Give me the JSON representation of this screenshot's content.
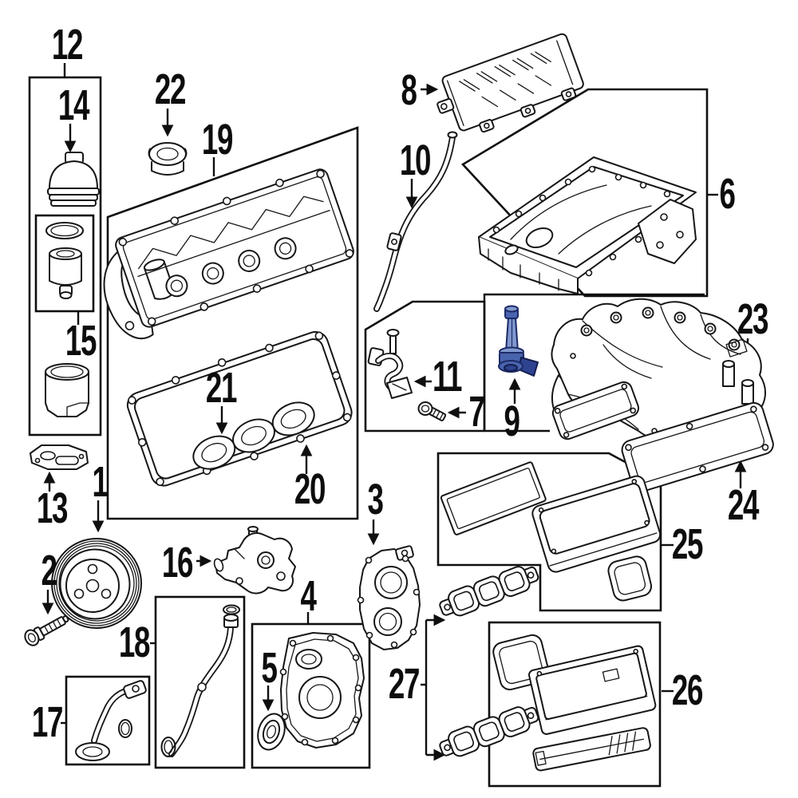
{
  "diagram": {
    "type": "exploded-parts-diagram",
    "background": "#ffffff",
    "line_color": "#161616",
    "highlight": {
      "callout": "9",
      "color": "#4a63ae"
    }
  },
  "callouts": [
    {
      "number": "1",
      "part": "crankshaft-pulley"
    },
    {
      "number": "2",
      "part": "pulley-bolt"
    },
    {
      "number": "3",
      "part": "front-cover-housing"
    },
    {
      "number": "4",
      "part": "timing-cover-plate"
    },
    {
      "number": "5",
      "part": "crankshaft-front-seal"
    },
    {
      "number": "6",
      "part": "oil-pan"
    },
    {
      "number": "7",
      "part": "bracket-bolt"
    },
    {
      "number": "8",
      "part": "baffle-plate"
    },
    {
      "number": "9",
      "part": "oil-level-sensor"
    },
    {
      "number": "10",
      "part": "oil-dipstick-tube"
    },
    {
      "number": "11",
      "part": "tube-bracket"
    },
    {
      "number": "12",
      "part": "oil-filter-assembly"
    },
    {
      "number": "13",
      "part": "adapter-gasket"
    },
    {
      "number": "14",
      "part": "oil-filter-cap"
    },
    {
      "number": "15",
      "part": "oil-filter-housing"
    },
    {
      "number": "16",
      "part": "oil-pump"
    },
    {
      "number": "17",
      "part": "oil-pickup-tube"
    },
    {
      "number": "18",
      "part": "oil-filler-tube"
    },
    {
      "number": "19",
      "part": "valve-cover"
    },
    {
      "number": "20",
      "part": "valve-cover-gasket"
    },
    {
      "number": "21",
      "part": "port-gaskets"
    },
    {
      "number": "22",
      "part": "oil-filler-cap"
    },
    {
      "number": "23",
      "part": "intake-manifold"
    },
    {
      "number": "24",
      "part": "intake-manifold-gasket"
    },
    {
      "number": "25",
      "part": "engine-cover-upper-kit"
    },
    {
      "number": "26",
      "part": "engine-cover-lower-kit"
    },
    {
      "number": "27",
      "part": "exhaust-manifold-gaskets"
    }
  ]
}
